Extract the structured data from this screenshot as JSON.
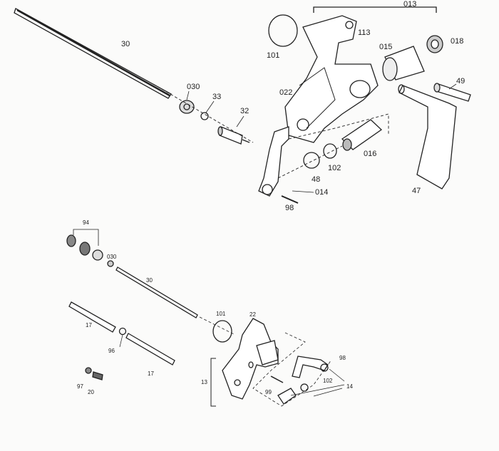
{
  "top_assembly": {
    "labels": {
      "rod": "30",
      "washer_030": "030",
      "clip_33": "33",
      "pin_32": "32",
      "group_013": "013",
      "part_113": "113",
      "ring_101": "101",
      "sleeve_015": "015",
      "seal_018": "018",
      "housing_022": "022",
      "bolt_49": "49",
      "bushing_016": "016",
      "ring_102": "102",
      "washer_48": "48",
      "lever_014": "014",
      "pin_98": "98",
      "arm_47": "47"
    }
  },
  "bottom_assembly": {
    "labels": {
      "group_94": "94",
      "washer_030": "030",
      "rod_30": "30",
      "ring_101": "101",
      "bracket_22": "22",
      "tube_17a": "17",
      "ball_96": "96",
      "tube_17b": "17",
      "pin_98": "98",
      "group_13": "13",
      "pin_99": "99",
      "ring_102": "102",
      "group_14": "14",
      "nut_97": "97",
      "bolt_20": "20"
    }
  },
  "colors": {
    "ink": "#222222",
    "paper": "#fbfbfa"
  }
}
